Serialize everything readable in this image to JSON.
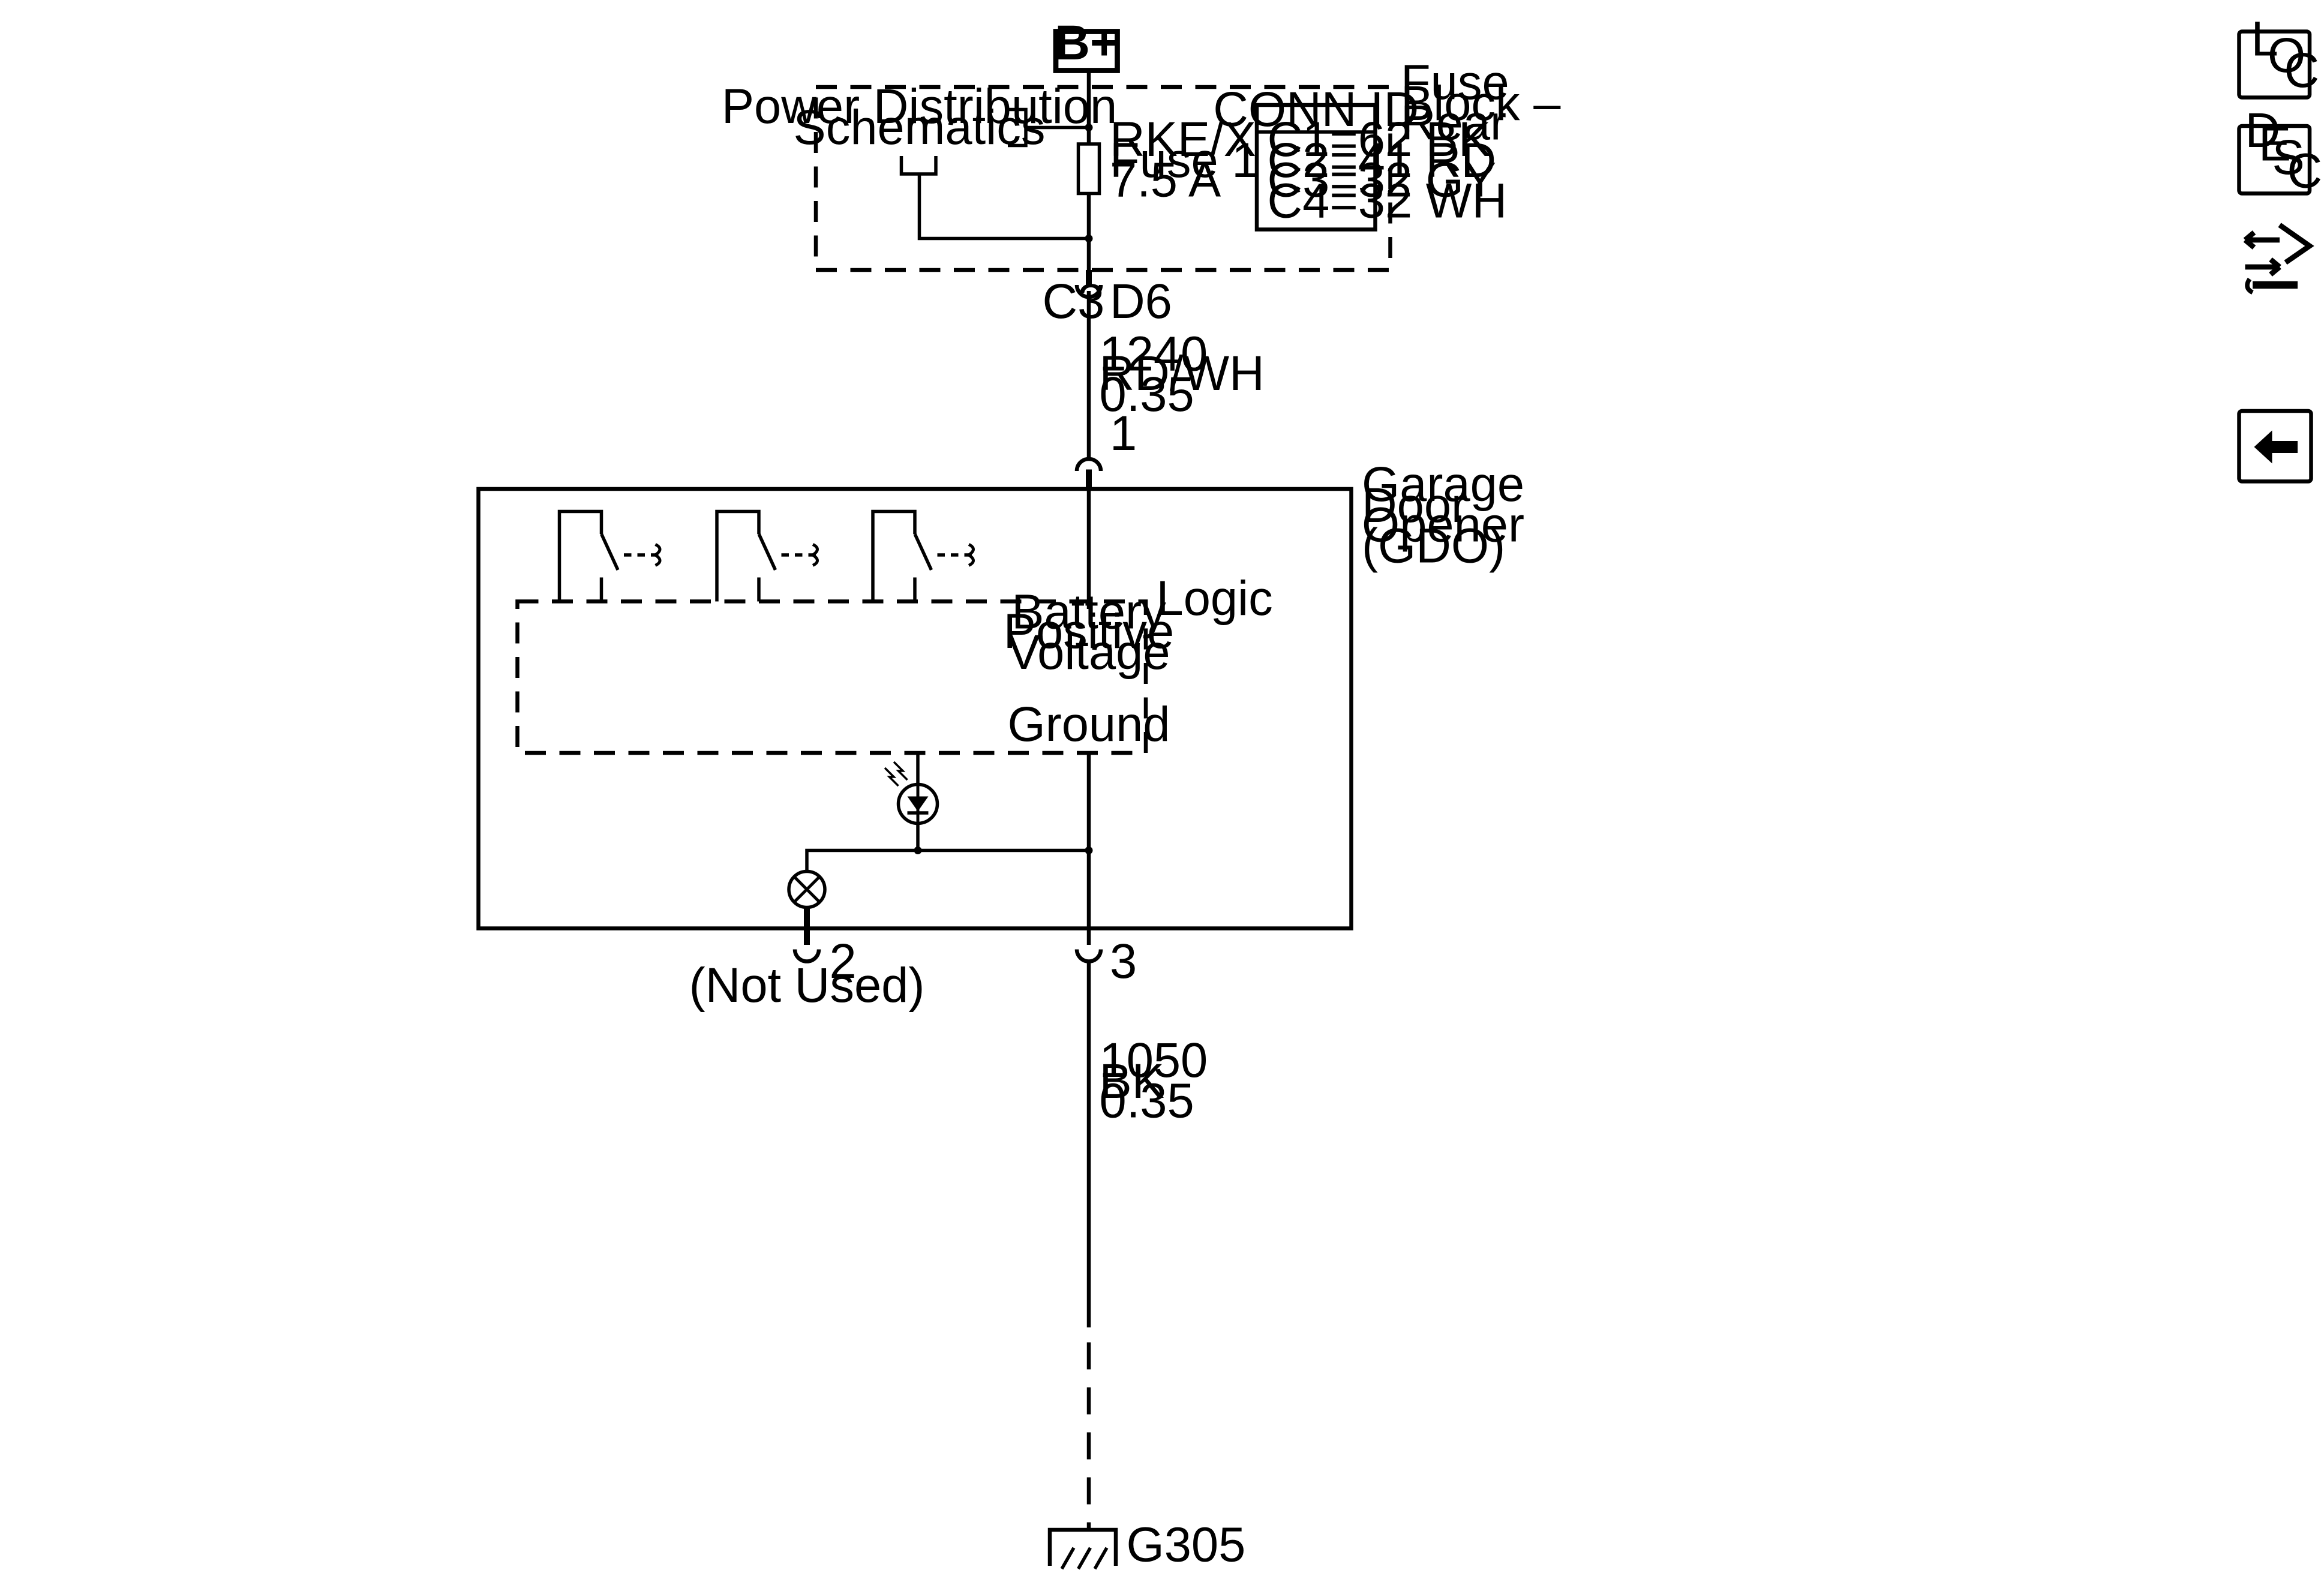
{
  "power_source": {
    "label": "B+"
  },
  "fuse_block": {
    "name_lines": [
      "Fuse",
      "Block –",
      "Rear"
    ],
    "ref_lines": [
      "Power Distribution",
      "Schematics"
    ],
    "fuse_lines": [
      "RKE/XM",
      "Fuse 16",
      "7.5 A"
    ],
    "conn_table": {
      "header": "CONN ID",
      "rows": [
        "C1=62 BK",
        "C2=41 RD",
        "C3=32 GY",
        "C4=32 WH"
      ]
    },
    "connector": {
      "name": "C3",
      "pin": "D6"
    }
  },
  "wire_feed": {
    "lines": [
      "1240",
      "RD/WH",
      "0.35"
    ]
  },
  "module": {
    "pin_power": "1",
    "name_lines": [
      "Garage",
      "Door",
      "Opener",
      "(GDO)"
    ],
    "logic_label": "Logic",
    "battery_lines": [
      "Battery",
      "Positive",
      "Voltage"
    ],
    "ground_label": "Ground",
    "pin_unused": "2",
    "pin_unused_note": "(Not Used)",
    "pin_ground": "3"
  },
  "wire_ground": {
    "lines": [
      "1050",
      "BK",
      "0.35"
    ]
  },
  "ground_point": {
    "label": "G305"
  },
  "side_nav": {
    "loc": [
      "L",
      "O",
      "C"
    ],
    "desc": [
      "D",
      "E",
      "S",
      "C"
    ],
    "icons": [
      "connector-icon",
      "back-arrow-icon"
    ]
  }
}
